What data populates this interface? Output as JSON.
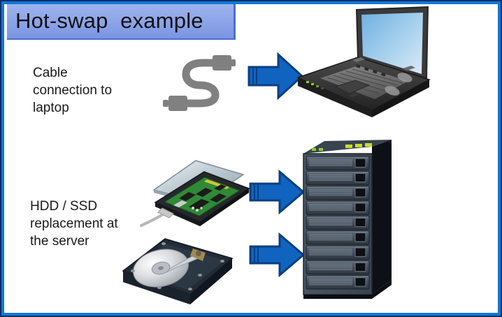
{
  "slide": {
    "title": "Hot-swap  example",
    "frame_border_color": "#1477d4",
    "background_color": "#ffffff",
    "title_block_color": "#8ba4e8"
  },
  "captions": {
    "cable": "Cable\nconnection to\nlaptop",
    "hdd": "HDD / SSD\nreplacement at\nthe server"
  },
  "graphics": {
    "cable": {
      "name": "usb-cable",
      "color": "#808080",
      "description": "S-shaped cable with connector plugs at both ends"
    },
    "arrows": [
      {
        "name": "arrow-to-laptop",
        "color": "#1064c0",
        "outline": "#0a3f80",
        "direction": "right"
      },
      {
        "name": "arrow-ssd-to-server",
        "color": "#1064c0",
        "outline": "#0a3f80",
        "direction": "right"
      },
      {
        "name": "arrow-hdd-to-server",
        "color": "#1064c0",
        "outline": "#0a3f80",
        "direction": "right"
      }
    ],
    "laptop": {
      "name": "laptop-computer",
      "body_color": "#3b3b3b",
      "screen_color": "#8ec2ea",
      "led_color": "#8dd12a"
    },
    "ssd": {
      "name": "solid-state-drive-open",
      "cover_color": "#c9d4da",
      "pcb_color": "#3f8f3f",
      "connector_color": "#d8c040"
    },
    "hdd": {
      "name": "hard-disk-drive-open",
      "case_color": "#2b3440",
      "platter_color": "#d6d8da"
    },
    "server": {
      "name": "server-rack",
      "body_color": "#3c4654",
      "bay_count": 9,
      "led_green_count": 2,
      "led_yellow_count": 3,
      "led_green_color": "#8ed122",
      "led_yellow_color": "#c8dc28"
    }
  }
}
